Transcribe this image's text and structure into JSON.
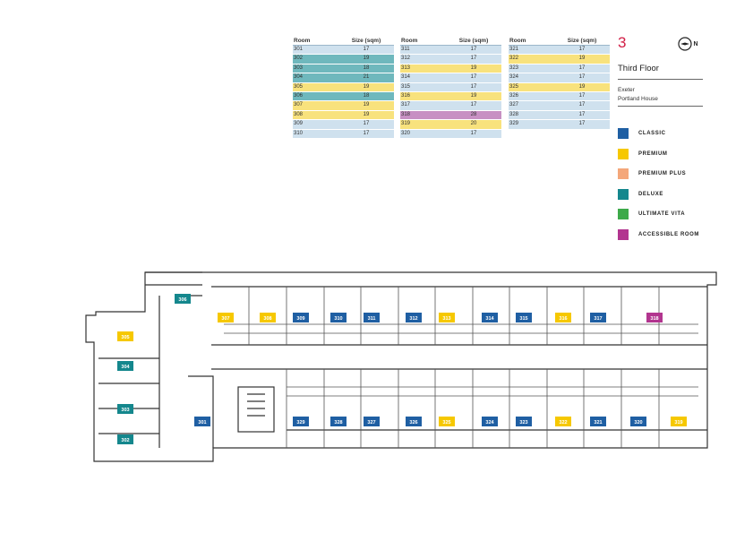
{
  "tables": [
    {
      "headers": [
        "Room",
        "Size (sqm)"
      ],
      "rows": [
        {
          "room": "301",
          "size": "17",
          "type": "classic"
        },
        {
          "room": "302",
          "size": "19",
          "type": "deluxe"
        },
        {
          "room": "303",
          "size": "18",
          "type": "deluxe"
        },
        {
          "room": "304",
          "size": "21",
          "type": "deluxe"
        },
        {
          "room": "305",
          "size": "19",
          "type": "premium"
        },
        {
          "room": "306",
          "size": "18",
          "type": "deluxe"
        },
        {
          "room": "307",
          "size": "19",
          "type": "premium"
        },
        {
          "room": "308",
          "size": "19",
          "type": "premium"
        },
        {
          "room": "309",
          "size": "17",
          "type": "classic"
        },
        {
          "room": "310",
          "size": "17",
          "type": "classic"
        }
      ]
    },
    {
      "headers": [
        "Room",
        "Size (sqm)"
      ],
      "rows": [
        {
          "room": "311",
          "size": "17",
          "type": "classic"
        },
        {
          "room": "312",
          "size": "17",
          "type": "classic"
        },
        {
          "room": "313",
          "size": "19",
          "type": "premium"
        },
        {
          "room": "314",
          "size": "17",
          "type": "classic"
        },
        {
          "room": "315",
          "size": "17",
          "type": "classic"
        },
        {
          "room": "316",
          "size": "19",
          "type": "premium"
        },
        {
          "room": "317",
          "size": "17",
          "type": "classic"
        },
        {
          "room": "318",
          "size": "28",
          "type": "accessible"
        },
        {
          "room": "319",
          "size": "20",
          "type": "premium"
        },
        {
          "room": "320",
          "size": "17",
          "type": "classic"
        }
      ]
    },
    {
      "headers": [
        "Room",
        "Size (sqm)"
      ],
      "rows": [
        {
          "room": "321",
          "size": "17",
          "type": "classic"
        },
        {
          "room": "322",
          "size": "19",
          "type": "premium"
        },
        {
          "room": "323",
          "size": "17",
          "type": "classic"
        },
        {
          "room": "324",
          "size": "17",
          "type": "classic"
        },
        {
          "room": "325",
          "size": "19",
          "type": "premium"
        },
        {
          "room": "326",
          "size": "17",
          "type": "classic"
        },
        {
          "room": "327",
          "size": "17",
          "type": "classic"
        },
        {
          "room": "328",
          "size": "17",
          "type": "classic"
        },
        {
          "room": "329",
          "size": "17",
          "type": "classic"
        }
      ]
    }
  ],
  "floor": {
    "number": "3",
    "name": "Third Floor",
    "city": "Exeter",
    "building": "Portland House",
    "compass_letter": "N"
  },
  "legend": [
    {
      "key": "classic",
      "label": "CLASSIC",
      "color": "#1f5fa3"
    },
    {
      "key": "premium",
      "label": "PREMIUM",
      "color": "#f6c800"
    },
    {
      "key": "premium_plus",
      "label": "PREMIUM PLUS",
      "color": "#f4a77a"
    },
    {
      "key": "deluxe",
      "label": "DELUXE",
      "color": "#14878d"
    },
    {
      "key": "ultimate_vita",
      "label": "ULTIMATE VITA",
      "color": "#3daa4a"
    },
    {
      "key": "accessible",
      "label": "ACCESSIBLE ROOM",
      "color": "#b2358f"
    }
  ],
  "table_row_colors": {
    "classic": "#cfe1ee",
    "premium": "#f8e27d",
    "deluxe": "#6fb8bd",
    "accessible": "#c790c3"
  },
  "plan_labels": {
    "top_row": [
      {
        "room": "307",
        "type": "premium"
      },
      {
        "room": "308",
        "type": "premium"
      },
      {
        "room": "309",
        "type": "classic"
      },
      {
        "room": "310",
        "type": "classic"
      },
      {
        "room": "311",
        "type": "classic"
      },
      {
        "room": "312",
        "type": "classic"
      },
      {
        "room": "313",
        "type": "premium"
      },
      {
        "room": "314",
        "type": "classic"
      },
      {
        "room": "315",
        "type": "classic"
      },
      {
        "room": "316",
        "type": "premium"
      },
      {
        "room": "317",
        "type": "classic"
      },
      {
        "room": "318",
        "type": "accessible"
      }
    ],
    "bottom_row": [
      {
        "room": "329",
        "type": "classic"
      },
      {
        "room": "328",
        "type": "classic"
      },
      {
        "room": "327",
        "type": "classic"
      },
      {
        "room": "326",
        "type": "classic"
      },
      {
        "room": "325",
        "type": "premium"
      },
      {
        "room": "324",
        "type": "classic"
      },
      {
        "room": "323",
        "type": "classic"
      },
      {
        "room": "322",
        "type": "premium"
      },
      {
        "room": "321",
        "type": "classic"
      },
      {
        "room": "320",
        "type": "classic"
      },
      {
        "room": "319",
        "type": "premium"
      }
    ],
    "west_wing": [
      {
        "room": "306",
        "type": "deluxe"
      },
      {
        "room": "305",
        "type": "premium"
      },
      {
        "room": "304",
        "type": "deluxe"
      },
      {
        "room": "303",
        "type": "deluxe"
      },
      {
        "room": "302",
        "type": "deluxe"
      },
      {
        "room": "301",
        "type": "classic"
      }
    ]
  }
}
